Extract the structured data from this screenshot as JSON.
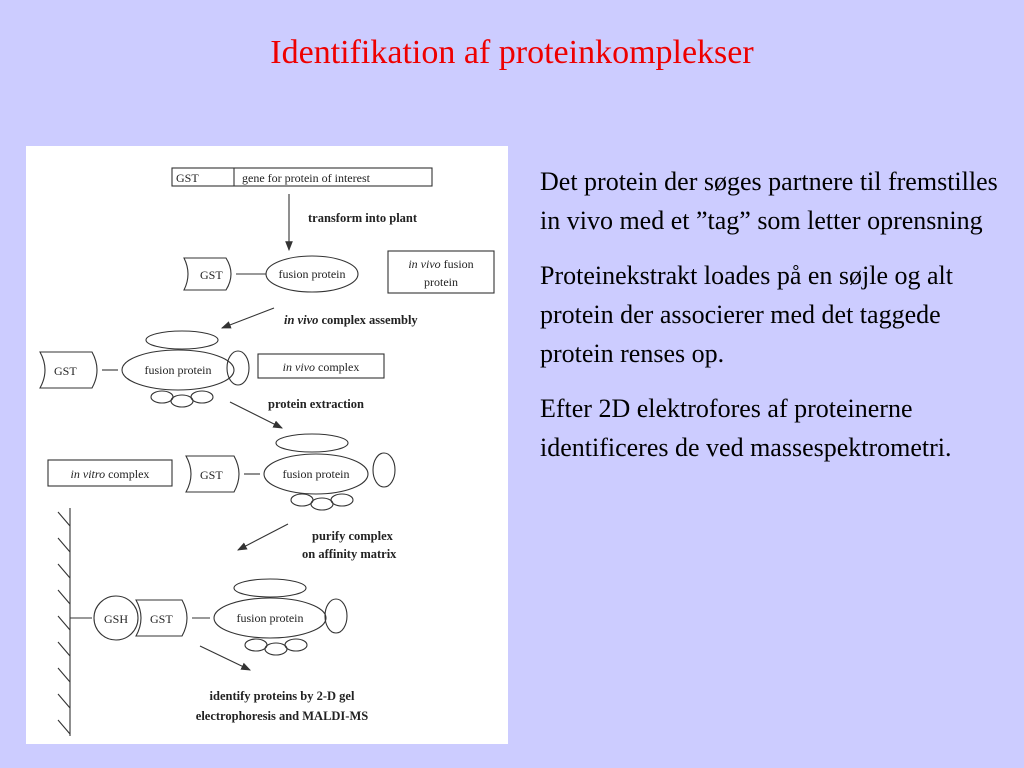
{
  "slide": {
    "title": "Identifikation af proteinkomplekser"
  },
  "figure": {
    "top_box": {
      "gst": "GST",
      "gene": "gene for protein of interest"
    },
    "step1": "transform into plant",
    "row1": {
      "gst": "GST",
      "fusion": "fusion protein",
      "note_italic": "in vivo",
      "note_rest": " fusion",
      "note_line2": "protein"
    },
    "step2": {
      "italic": "in vivo",
      "rest": " complex assembly"
    },
    "row2": {
      "gst": "GST",
      "fusion": "fusion protein",
      "note_italic": "in vivo",
      "note_rest": " complex"
    },
    "step3": "protein extraction",
    "row3": {
      "note_italic": "in vitro",
      "note_rest": " complex",
      "gst": "GST",
      "fusion": "fusion protein"
    },
    "step4": {
      "line1": "purify complex",
      "line2": "on affinity matrix"
    },
    "row4": {
      "gsh": "GSH",
      "gst": "GST",
      "fusion": "fusion protein"
    },
    "step5": {
      "line1": "identify proteins by 2-D gel",
      "line2": "electrophoresis and MALDI-MS"
    }
  },
  "body": {
    "paragraphs": [
      "Det protein der søges partnere til fremstilles in vivo med et ”tag” som letter oprensning",
      "Proteinekstrakt loades på en søjle og alt protein der associerer med det taggede protein renses op.",
      "Efter 2D elektrofores af proteinerne identificeres de ved massespektrometri."
    ]
  }
}
